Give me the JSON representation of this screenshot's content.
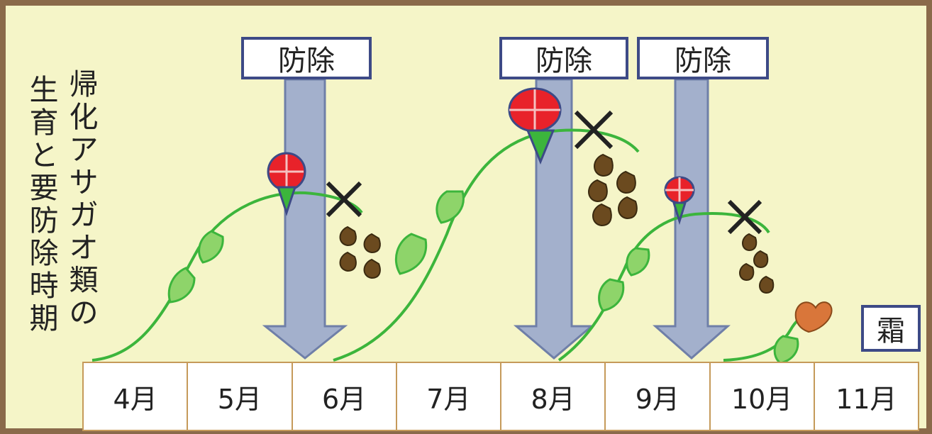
{
  "title_chars": [
    "帰",
    "化",
    "ア",
    "サ",
    "ガ",
    "オ",
    "類",
    "の",
    "生",
    "育",
    "と",
    "要",
    "防",
    "除",
    "時",
    "期"
  ],
  "control_label": "防除",
  "frost_label": "霜",
  "months": [
    "4月",
    "5月",
    "6月",
    "7月",
    "8月",
    "9月",
    "10月",
    "11月"
  ],
  "colors": {
    "background": "#f5f5c8",
    "arrow": "#a3b0cc",
    "vine": "#3cb53c",
    "leaf": "#8ed46a",
    "flower_red": "#e8222a",
    "seed": "#6b4a1f",
    "frame": "#8a6a4a"
  }
}
